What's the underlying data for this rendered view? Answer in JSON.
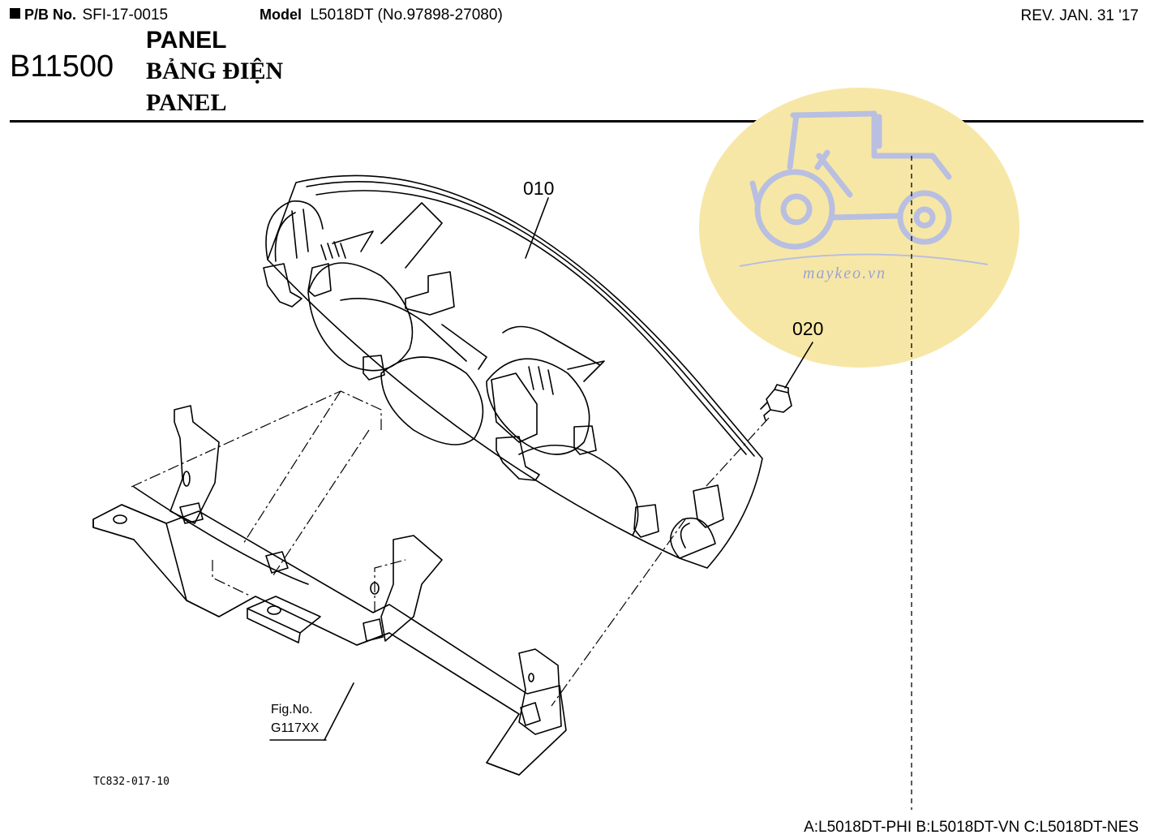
{
  "header": {
    "pb_label": "P/B No.",
    "pb_value": "SFI-17-0015",
    "model_label": "Model",
    "model_value": "L5018DT (No.97898-27080)",
    "revision": "REV. JAN. 31 '17",
    "section_code": "B11500",
    "title_en": "PANEL",
    "title_vi": "BẢNG ĐIỆN",
    "title_alt": "PANEL"
  },
  "diagram": {
    "part_labels": [
      "010",
      "020"
    ],
    "fig_ref_line1": "Fig.No.",
    "fig_ref_line2": "G117XX",
    "drawing_code": "TC832-017-10"
  },
  "watermark": {
    "text": "maykeo.vn",
    "circle_color": "#f7e7a6",
    "tractor_color": "#b9bfe0"
  },
  "footer": {
    "variants": "A:L5018DT-PHI B:L5018DT-VN C:L5018DT-NES"
  }
}
